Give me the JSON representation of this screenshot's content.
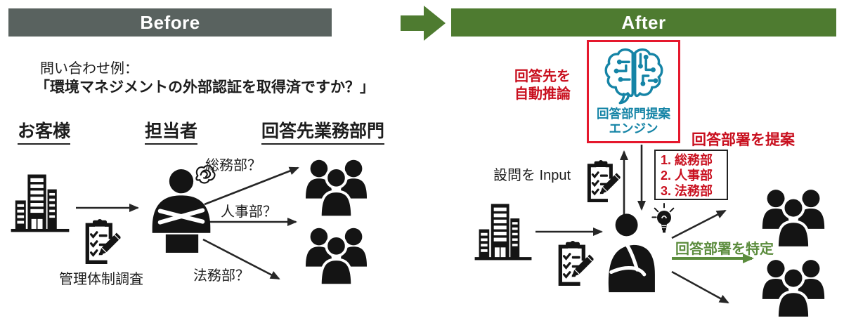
{
  "colors": {
    "before_bar": "#59625f",
    "after_bar": "#4e7b30",
    "accent_green": "#5b8c3d",
    "accent_red": "#c9101f",
    "red_border": "#e5182d",
    "teal": "#1584a6",
    "ink": "#1d1d1d"
  },
  "headers": {
    "before": "Before",
    "after": "After"
  },
  "before": {
    "inquiry_label": "問い合わせ例：",
    "inquiry_example": "「環境マネジメントの外部認証を取得済ですか？」",
    "customer_label": "お客様",
    "staff_label": "担当者",
    "departments_label": "回答先業務部門",
    "question_soumu": "総務部？",
    "question_jinji": "人事部？",
    "question_houmu": "法務部？",
    "survey_label": "管理体制調査"
  },
  "after": {
    "auto_inference_line1": "回答先を",
    "auto_inference_line2": "自動推論",
    "engine_line1": "回答部門提案",
    "engine_line2": "エンジン",
    "suggest_label": "回答部署を提案",
    "suggestions": [
      "1. 総務部",
      "2. 人事部",
      "3. 法務部"
    ],
    "input_label": "設問を Input",
    "identify_label": "回答部署を特定"
  }
}
